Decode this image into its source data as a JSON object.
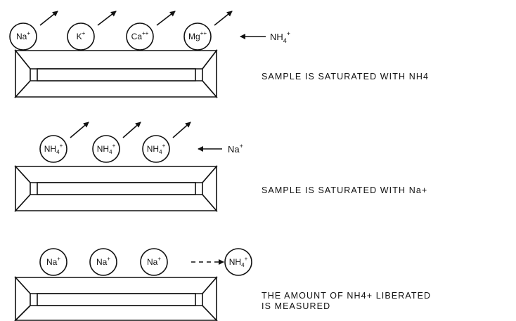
{
  "panels": [
    {
      "id": "step1",
      "ions": [
        {
          "base": "Na",
          "sup": "+"
        },
        {
          "base": "K",
          "sup": "+"
        },
        {
          "base": "Ca",
          "sup": "++"
        },
        {
          "base": "Mg",
          "sup": "++"
        }
      ],
      "incoming_ion": {
        "base": "NH",
        "sub": "4",
        "sup": "+"
      },
      "caption_lines": [
        "SAMPLE IS SATURATED WITH NH4"
      ]
    },
    {
      "id": "step2",
      "ions": [
        {
          "base": "NH",
          "sub": "4",
          "sup": "+"
        },
        {
          "base": "NH",
          "sub": "4",
          "sup": "+"
        },
        {
          "base": "NH",
          "sub": "4",
          "sup": "+"
        }
      ],
      "incoming_ion": {
        "base": "Na",
        "sup": "+"
      },
      "caption_lines": [
        "SAMPLE IS SATURATED WITH Na+"
      ]
    },
    {
      "id": "step3",
      "ions": [
        {
          "base": "Na",
          "sup": "+"
        },
        {
          "base": "Na",
          "sup": "+"
        },
        {
          "base": "Na",
          "sup": "+"
        }
      ],
      "liberated_ion": {
        "base": "NH",
        "sub": "4",
        "sup": "+"
      },
      "caption_lines": [
        "THE AMOUNT OF NH4+ LIBERATED",
        "IS MEASURED"
      ]
    }
  ],
  "colors": {
    "ink": "#111111",
    "background": "#ffffff"
  }
}
